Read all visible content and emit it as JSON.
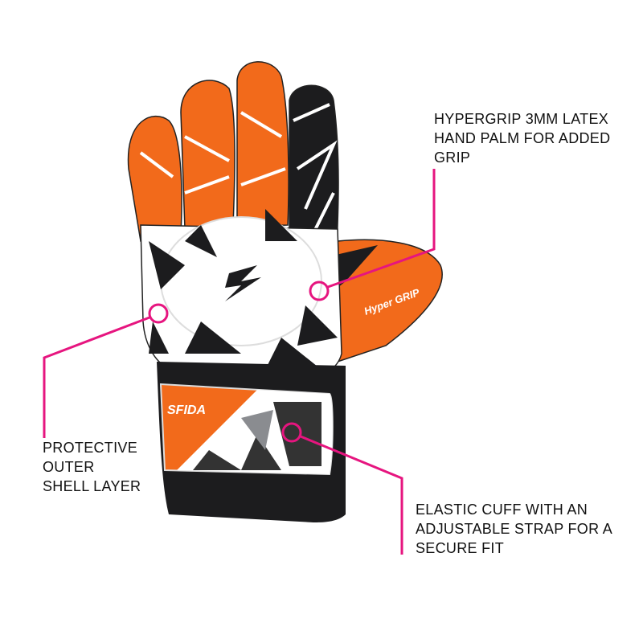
{
  "product": {
    "brand_logo_text": "SFIDA",
    "palm_logo_text": "Hyper GRIP",
    "colors": {
      "orange": "#f26a1b",
      "black": "#1c1c1e",
      "white": "#ffffff",
      "grey": "#8a8c90",
      "callout": "#e6157f"
    }
  },
  "callouts": [
    {
      "lines": [
        "HYPERGRIP 3MM LATEX",
        "HAND PALM FOR ADDED",
        "GRIP"
      ]
    },
    {
      "lines": [
        "PROTECTIVE",
        "OUTER",
        "SHELL LAYER"
      ]
    },
    {
      "lines": [
        "ELASTIC CUFF WITH AN",
        "ADJUSTABLE STRAP FOR A",
        "SECURE FIT"
      ]
    }
  ]
}
